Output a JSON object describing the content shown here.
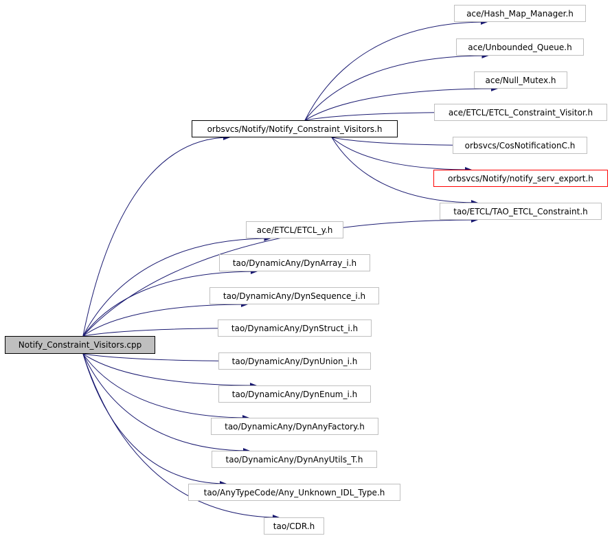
{
  "diagram": {
    "edge_color": "#191970",
    "root": {
      "id": "root",
      "label": "Notify_Constraint_Visitors.cpp"
    },
    "nodes": [
      {
        "id": "visitors_h",
        "label": "orbsvcs/Notify/Notify_Constraint_Visitors.h"
      },
      {
        "id": "hash_map",
        "label": "ace/Hash_Map_Manager.h"
      },
      {
        "id": "unbounded_queue",
        "label": "ace/Unbounded_Queue.h"
      },
      {
        "id": "null_mutex",
        "label": "ace/Null_Mutex.h"
      },
      {
        "id": "etcl_visitor",
        "label": "ace/ETCL/ETCL_Constraint_Visitor.h"
      },
      {
        "id": "cosnotif",
        "label": "orbsvcs/CosNotificationC.h"
      },
      {
        "id": "serv_export",
        "label": "orbsvcs/Notify/notify_serv_export.h"
      },
      {
        "id": "tao_etcl",
        "label": "tao/ETCL/TAO_ETCL_Constraint.h"
      },
      {
        "id": "etcl_y",
        "label": "ace/ETCL/ETCL_y.h"
      },
      {
        "id": "dynarray",
        "label": "tao/DynamicAny/DynArray_i.h"
      },
      {
        "id": "dynseq",
        "label": "tao/DynamicAny/DynSequence_i.h"
      },
      {
        "id": "dynstruct",
        "label": "tao/DynamicAny/DynStruct_i.h"
      },
      {
        "id": "dynunion",
        "label": "tao/DynamicAny/DynUnion_i.h"
      },
      {
        "id": "dynenum",
        "label": "tao/DynamicAny/DynEnum_i.h"
      },
      {
        "id": "dynfactory",
        "label": "tao/DynamicAny/DynAnyFactory.h"
      },
      {
        "id": "dynutils",
        "label": "tao/DynamicAny/DynAnyUtils_T.h"
      },
      {
        "id": "unknown_idl",
        "label": "tao/AnyTypeCode/Any_Unknown_IDL_Type.h"
      },
      {
        "id": "cdr",
        "label": "tao/CDR.h"
      }
    ],
    "edges": [
      [
        "root",
        "visitors_h"
      ],
      [
        "root",
        "tao_etcl"
      ],
      [
        "root",
        "etcl_y"
      ],
      [
        "root",
        "dynarray"
      ],
      [
        "root",
        "dynseq"
      ],
      [
        "root",
        "dynstruct"
      ],
      [
        "root",
        "dynunion"
      ],
      [
        "root",
        "dynenum"
      ],
      [
        "root",
        "dynfactory"
      ],
      [
        "root",
        "dynutils"
      ],
      [
        "root",
        "unknown_idl"
      ],
      [
        "root",
        "cdr"
      ],
      [
        "visitors_h",
        "hash_map"
      ],
      [
        "visitors_h",
        "unbounded_queue"
      ],
      [
        "visitors_h",
        "null_mutex"
      ],
      [
        "visitors_h",
        "etcl_visitor"
      ],
      [
        "visitors_h",
        "cosnotif"
      ],
      [
        "visitors_h",
        "serv_export"
      ],
      [
        "visitors_h",
        "tao_etcl"
      ]
    ]
  }
}
